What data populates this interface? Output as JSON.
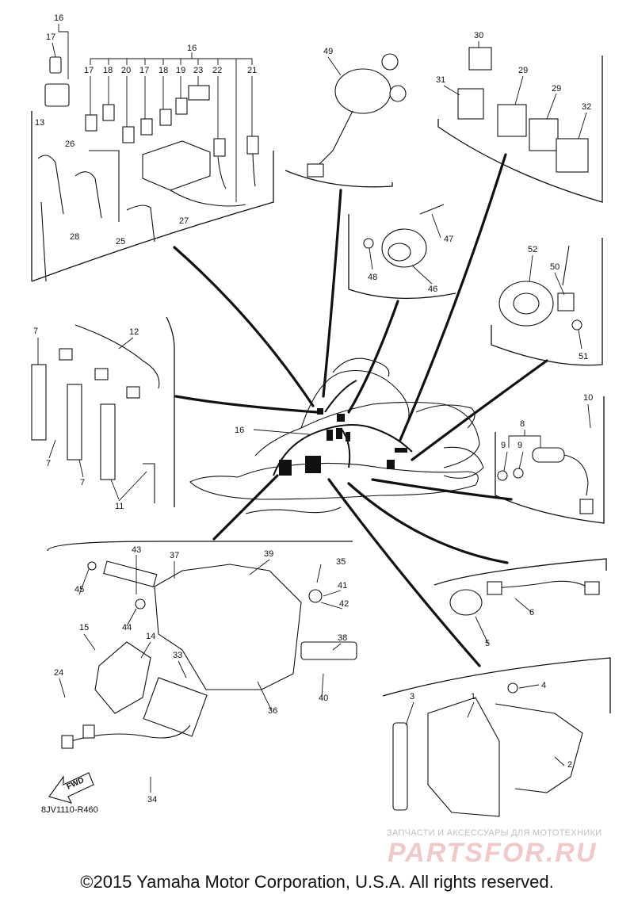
{
  "document": {
    "drawing_code": "8JV1110-R460",
    "copyright": "©2015 Yamaha Motor Corporation, U.S.A. All rights reserved.",
    "fwd_label": "FWD"
  },
  "watermark": {
    "tagline": "ЗАПЧАСТИ И АКСЕССУАРЫ ДЛЯ МОТОТЕХНИКИ",
    "logo_text": "PARTSFOR.RU"
  },
  "callouts": [
    "16",
    "17",
    "16",
    "17",
    "18",
    "20",
    "17",
    "18",
    "19",
    "23",
    "22",
    "21",
    "13",
    "26",
    "25",
    "27",
    "28",
    "49",
    "30",
    "31",
    "29",
    "29",
    "32",
    "47",
    "48",
    "46",
    "52",
    "50",
    "51",
    "7",
    "12",
    "7",
    "7",
    "11",
    "10",
    "8",
    "9",
    "9",
    "16",
    "43",
    "37",
    "39",
    "35",
    "45",
    "44",
    "41",
    "42",
    "15",
    "14",
    "33",
    "38",
    "24",
    "40",
    "36",
    "34",
    "4",
    "3",
    "1",
    "2",
    "5",
    "6"
  ]
}
